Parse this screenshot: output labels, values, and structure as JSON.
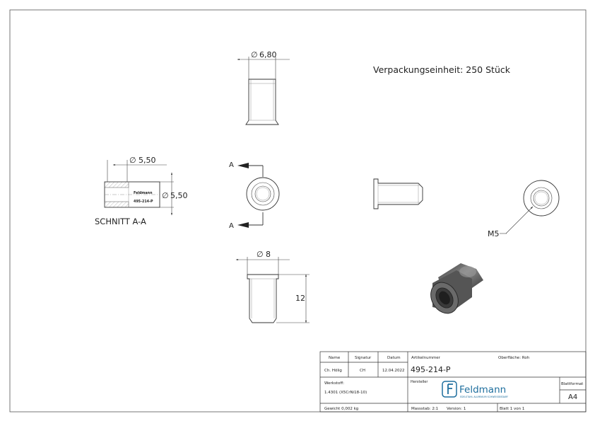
{
  "drawing": {
    "packaging_note": "Verpackungseinheit: 250 Stück",
    "dims": {
      "top_diameter": "6,80",
      "bottom_diameter": "8",
      "height": "12",
      "section_diameter_top": "5,50",
      "section_diameter_right": "5,50",
      "thread": "M5"
    },
    "section_label": "SCHNITT A-A",
    "section_marker": "A",
    "section_text_line1": "Feldmann",
    "section_text_line2": "495-214-P",
    "diameter_symbol": "∅"
  },
  "title_block": {
    "headers": {
      "name": "Name",
      "signatur": "Signatur",
      "datum": "Datum"
    },
    "values": {
      "name": "Ch. Hölig",
      "signatur": "CH",
      "datum": "12.04.2022"
    },
    "werkstoff_label": "Werkstoff:",
    "werkstoff_value": "1.4301 (X5CrNi18-10)",
    "gewicht": "Gewicht 0,002 kg",
    "artikel_label": "Artikelnummer",
    "artikel_value": "495-214-P",
    "oberflaeche": "Oberfläche:  Roh",
    "hersteller_label": "Hersteller",
    "logo_text": "Feldmann",
    "logo_subtext": "EDELSTAHL ALUMINIUM SCHWEISSBEDARF",
    "massstab": "Massstab: 2:1",
    "version": "Version: 1",
    "blatt": "Blatt 1 von 1",
    "blattformat_label": "Blattformat",
    "blattformat_value": "A4"
  }
}
